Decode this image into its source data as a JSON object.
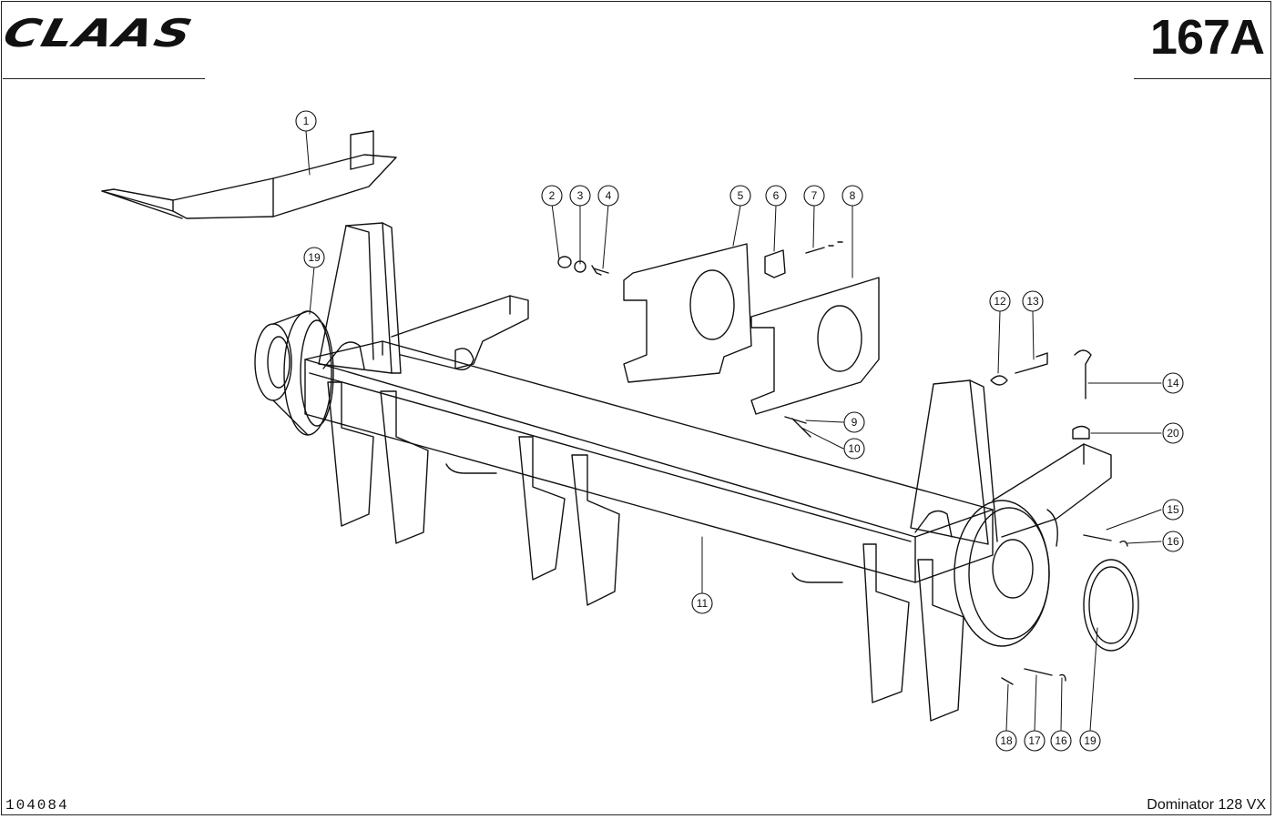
{
  "header": {
    "brand": "CLAAS",
    "page_number": "167A"
  },
  "footer": {
    "doc_number": "104084",
    "model": "Dominator 128 VX"
  },
  "callouts": [
    {
      "id": "c1",
      "label": "1"
    },
    {
      "id": "c2",
      "label": "2"
    },
    {
      "id": "c3",
      "label": "3"
    },
    {
      "id": "c4",
      "label": "4"
    },
    {
      "id": "c5",
      "label": "5"
    },
    {
      "id": "c6",
      "label": "6"
    },
    {
      "id": "c7",
      "label": "7"
    },
    {
      "id": "c8",
      "label": "8"
    },
    {
      "id": "c9",
      "label": "9"
    },
    {
      "id": "c10",
      "label": "10"
    },
    {
      "id": "c11",
      "label": "11"
    },
    {
      "id": "c12",
      "label": "12"
    },
    {
      "id": "c13",
      "label": "13"
    },
    {
      "id": "c14",
      "label": "14"
    },
    {
      "id": "c15",
      "label": "15"
    },
    {
      "id": "c16a",
      "label": "16"
    },
    {
      "id": "c16b",
      "label": "16"
    },
    {
      "id": "c17",
      "label": "17"
    },
    {
      "id": "c18",
      "label": "18"
    },
    {
      "id": "c19a",
      "label": "19"
    },
    {
      "id": "c19b",
      "label": "19"
    },
    {
      "id": "c20",
      "label": "20"
    }
  ]
}
